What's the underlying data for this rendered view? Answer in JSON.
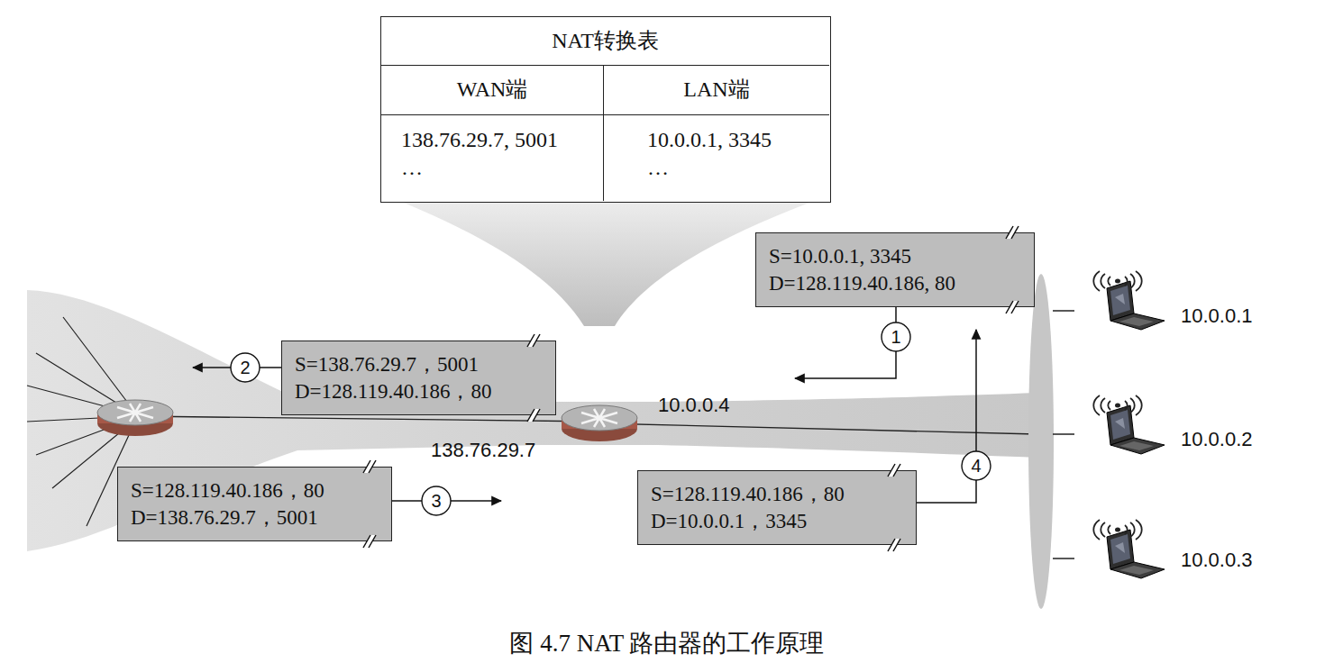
{
  "diagram": {
    "caption": "图 4.7 NAT 路由器的工作原理",
    "nodes": [
      {
        "text": [
          "NAT转换表",
          "WAN端",
          "LAN端",
          "138.76.29.7, 5001",
          "…",
          "10.0.0.1, 3345",
          "…"
        ]
      },
      {
        "text": [
          "S=10.0.0.1, 3345",
          "D=128.119.40.186, 80"
        ]
      },
      {
        "text": [
          "S=138.76.29.7，5001",
          "D=128.119.40.186，80"
        ]
      },
      {
        "text": [
          "S=128.119.40.186，80",
          "D=138.76.29.7，5001"
        ]
      },
      {
        "text": [
          "S=128.119.40.186，80",
          "D=10.0.0.1，3345"
        ]
      }
    ],
    "labels": [
      "10.0.0.1",
      "1",
      "2",
      "10.0.0.4",
      "10.0.0.2",
      "138.76.29.7",
      "4",
      "3",
      "10.0.0.3"
    ]
  }
}
